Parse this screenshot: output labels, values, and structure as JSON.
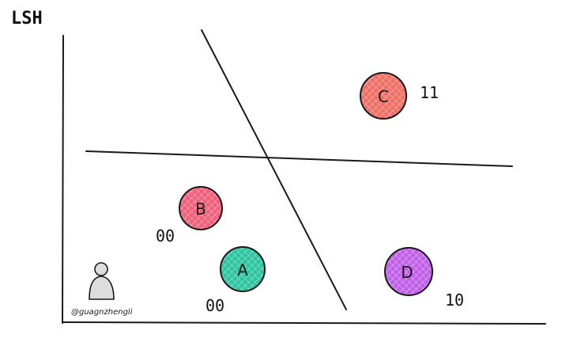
{
  "title": "LSH",
  "credit": "@guagnzhengli",
  "colors": {
    "A": "#2ec4a0",
    "B": "#f0607a",
    "C": "#f07068",
    "D": "#c060e8",
    "ink": "#1a1a1a",
    "person": "#dddddd"
  },
  "nodes": [
    {
      "id": "A",
      "letter": "A",
      "code": "00"
    },
    {
      "id": "B",
      "letter": "B",
      "code": "00"
    },
    {
      "id": "C",
      "letter": "C",
      "code": "11"
    },
    {
      "id": "D",
      "letter": "D",
      "code": "10"
    }
  ],
  "icons": {
    "person": "person-icon"
  }
}
